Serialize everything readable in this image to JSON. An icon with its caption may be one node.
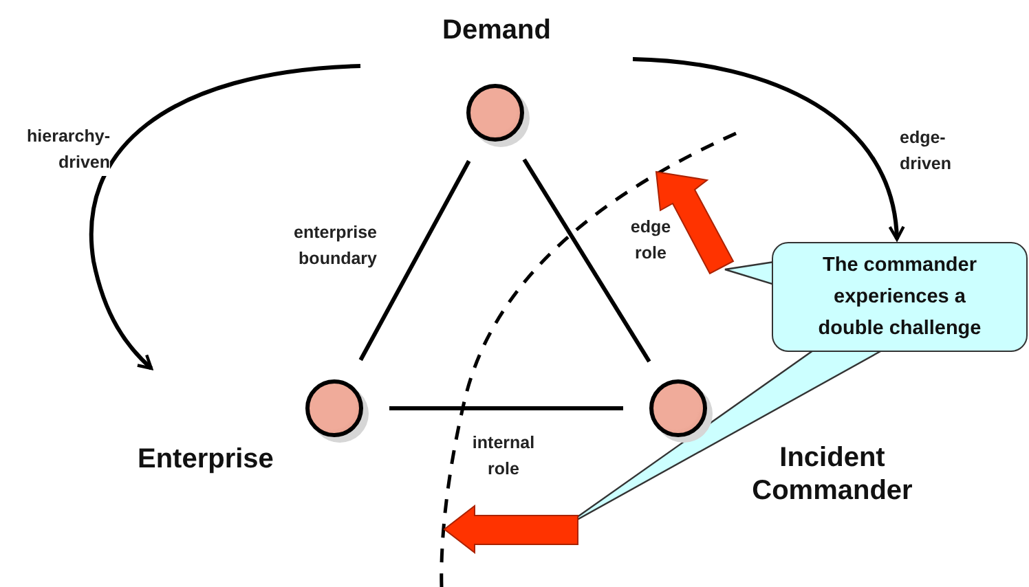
{
  "diagram": {
    "nodes": [
      {
        "text": [
          "Demand"
        ]
      },
      {
        "text": [
          "Enterprise"
        ]
      },
      {
        "text": [
          "Incident Commander"
        ]
      },
      {
        "text": [
          "The commander experiences a double challenge"
        ]
      }
    ],
    "edges": [
      {
        "from": 0,
        "to": 1,
        "arrow": "none"
      },
      {
        "from": 0,
        "to": 2,
        "arrow": "none"
      },
      {
        "from": 1,
        "to": 2,
        "arrow": "none"
      },
      {
        "from": 0,
        "to": 1,
        "arrow": "to",
        "label": "hierarchy-driven"
      },
      {
        "from": 0,
        "to": 3,
        "arrow": "to",
        "label": "edge-driven"
      }
    ],
    "labels": [
      "enterprise boundary",
      "edge role",
      "internal role"
    ]
  }
}
